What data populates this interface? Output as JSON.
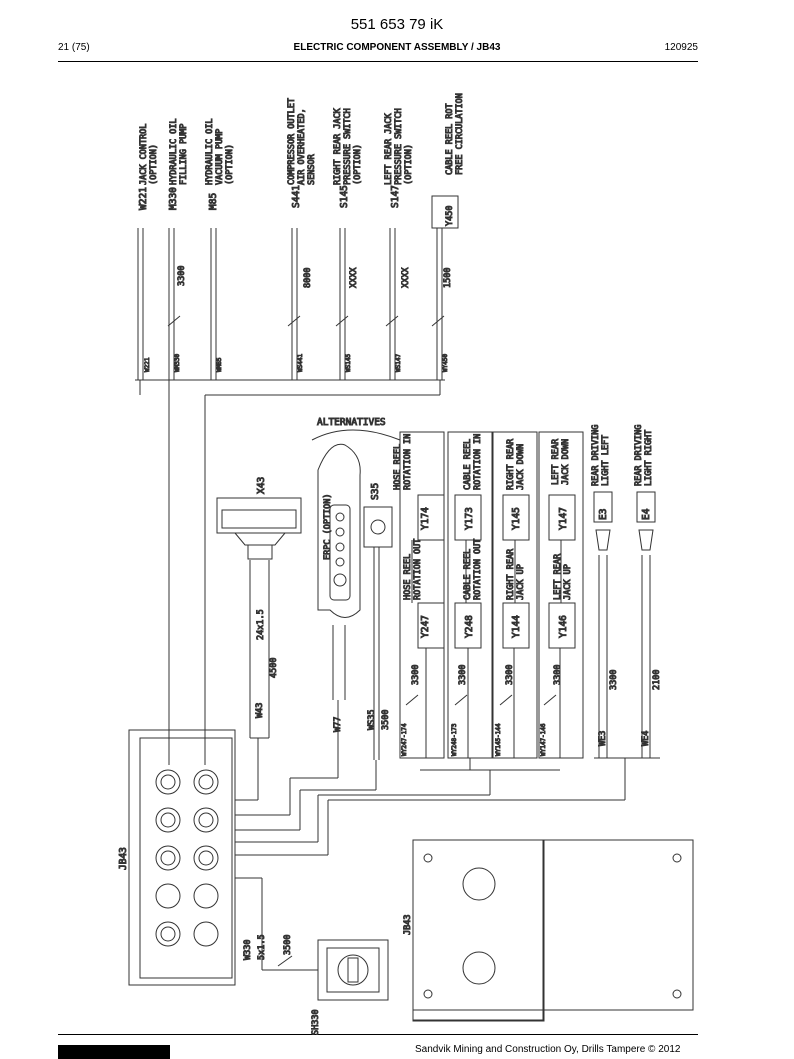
{
  "header": {
    "doc_number": "551 653 79 iK",
    "page": "21 (75)",
    "title": "ELECTRIC COMPONENT ASSEMBLY / JB43",
    "date": "120925"
  },
  "footer": {
    "copyright": "Sandvik Mining and Construction Oy, Drills Tampere © 2012"
  },
  "top_labels": [
    {
      "code": "W221",
      "desc1": "JACK CONTROL",
      "desc2": "(OPTION)",
      "desc3": ""
    },
    {
      "code": "M330",
      "desc1": "HYDRAULIC OIL",
      "desc2": "FILLING PUMP",
      "desc3": ""
    },
    {
      "code": "M85",
      "desc1": "HYDRAULIC OIL",
      "desc2": "VACUUM PUMP",
      "desc3": "(OPTION)"
    },
    {
      "code": "S441",
      "desc1": "COMPRESSOR OUTLET",
      "desc2": "AIR OVERHEATED,",
      "desc3": "SENSOR"
    },
    {
      "code": "S145",
      "desc1": "RIGHT REAR JACK",
      "desc2": "PRESSURE SWITCH",
      "desc3": "(OPTION)"
    },
    {
      "code": "S147",
      "desc1": "LEFT REAR JACK",
      "desc2": "PRESSURE SWITCH",
      "desc3": "(OPTION)"
    },
    {
      "code": "",
      "desc1": "CABLE REEL ROT",
      "desc2": "FREE CIRCULATION",
      "desc3": ""
    }
  ],
  "lengths_top": {
    "m330": "3300",
    "s441": "8000",
    "s145": "XXXX",
    "s147": "XXXX",
    "y450": "1500"
  },
  "cable_codes_top": [
    "W221",
    "WM330",
    "WM85",
    "WS441",
    "WS145",
    "WS147",
    "WY450"
  ],
  "y450": "Y450",
  "alternatives": "ALTERNATIVES",
  "x43": "X43",
  "w43": {
    "code": "W43",
    "size": "24x1.5",
    "length": "4500"
  },
  "erpc": "ERPC (OPTION)",
  "s35": "S35",
  "w77": "W77",
  "ws35": {
    "code": "WS35",
    "length": "3500"
  },
  "valves": [
    {
      "upper_code": "Y174",
      "upper1": "HOSE REEL",
      "upper2": "ROTATION IN",
      "lower_code": "Y247",
      "lower1": "HOSE REEL",
      "lower2": "ROTATION OUT",
      "length": "3300",
      "cable": "WY247-174"
    },
    {
      "upper_code": "Y173",
      "upper1": "CABLE REEL",
      "upper2": "ROTATION IN",
      "lower_code": "Y248",
      "lower1": "CABLE REEL",
      "lower2": "ROTATION OUT",
      "length": "3300",
      "cable": "WY248-173"
    },
    {
      "upper_code": "Y145",
      "upper1": "RIGHT REAR",
      "upper2": "JACK DOWN",
      "lower_code": "Y144",
      "lower1": "RIGHT REAR",
      "lower2": "JACK UP",
      "length": "3300",
      "cable": "WY145-144"
    },
    {
      "upper_code": "Y147",
      "upper1": "LEFT REAR",
      "upper2": "JACK DOWN",
      "lower_code": "Y146",
      "lower1": "LEFT REAR",
      "lower2": "JACK UP",
      "length": "3300",
      "cable": "WY147-146"
    }
  ],
  "lights": [
    {
      "code": "E3",
      "desc1": "REAR DRIVING",
      "desc2": "LIGHT LEFT",
      "cable": "WE3",
      "length": "3300"
    },
    {
      "code": "E4",
      "desc1": "REAR DRIVING",
      "desc2": "LIGHT RIGHT",
      "cable": "WE4",
      "length": "2100"
    }
  ],
  "jb43": "JB43",
  "w330": {
    "code": "W330",
    "size": "5x1.5",
    "length": "3500"
  },
  "sh330": "SH330"
}
